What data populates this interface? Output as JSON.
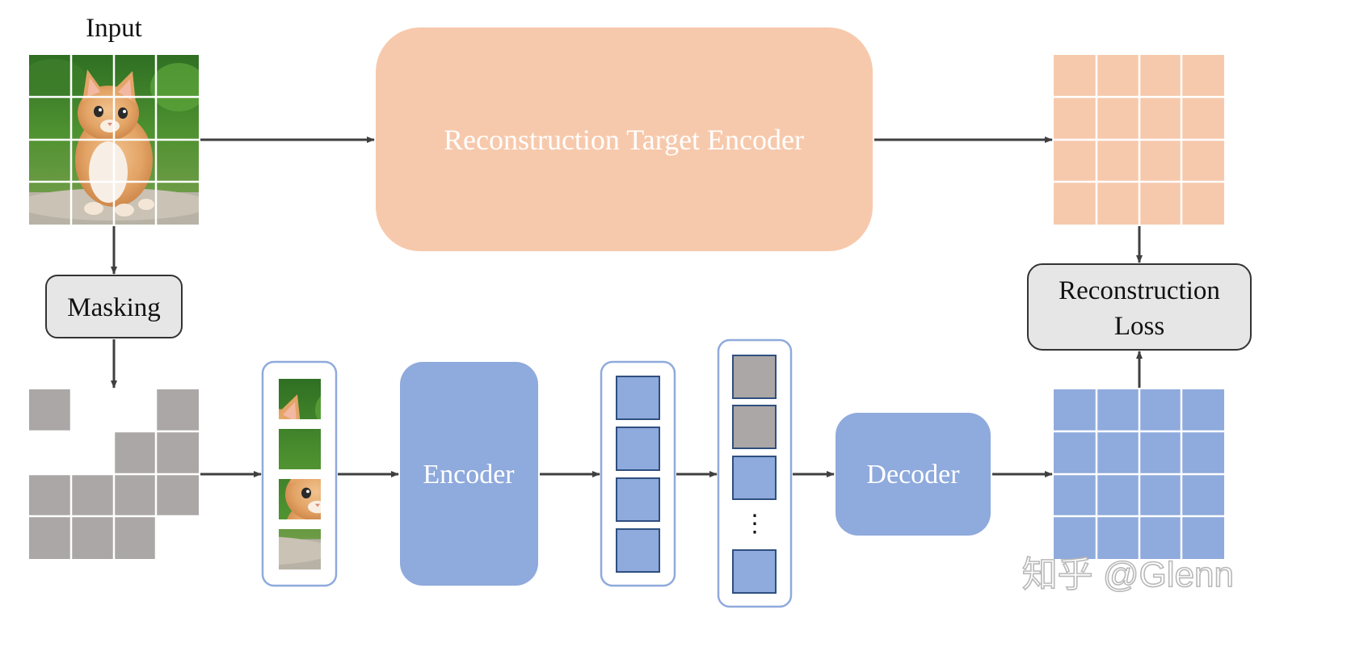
{
  "labels": {
    "input": "Input",
    "masking": "Masking",
    "target_encoder": "Reconstruction Target Encoder",
    "encoder": "Encoder",
    "decoder": "Decoder",
    "loss_line1": "Reconstruction",
    "loss_line2": "Loss",
    "ellipsis": "⋮"
  },
  "watermark": "知乎 @Glenn",
  "colors": {
    "target": "#F7C9AC",
    "encoder": "#8FAADC",
    "mask": "#ABA7A6",
    "box_gray": "#E7E6E6",
    "arrow": "#3F3F3F",
    "text_dark": "#111111",
    "text_light": "#FFFFFF",
    "stack_border": "#8FAADC",
    "token_border": "#2F4F7F"
  },
  "masked_grid": [
    [
      "mask",
      "image",
      "image",
      "mask"
    ],
    [
      "image",
      "image",
      "mask",
      "mask"
    ],
    [
      "mask",
      "mask",
      "mask",
      "mask"
    ],
    [
      "mask",
      "mask",
      "mask",
      "image"
    ]
  ],
  "decoder_tokens": [
    "mask",
    "mask",
    "visible",
    "ellipsis",
    "visible"
  ]
}
